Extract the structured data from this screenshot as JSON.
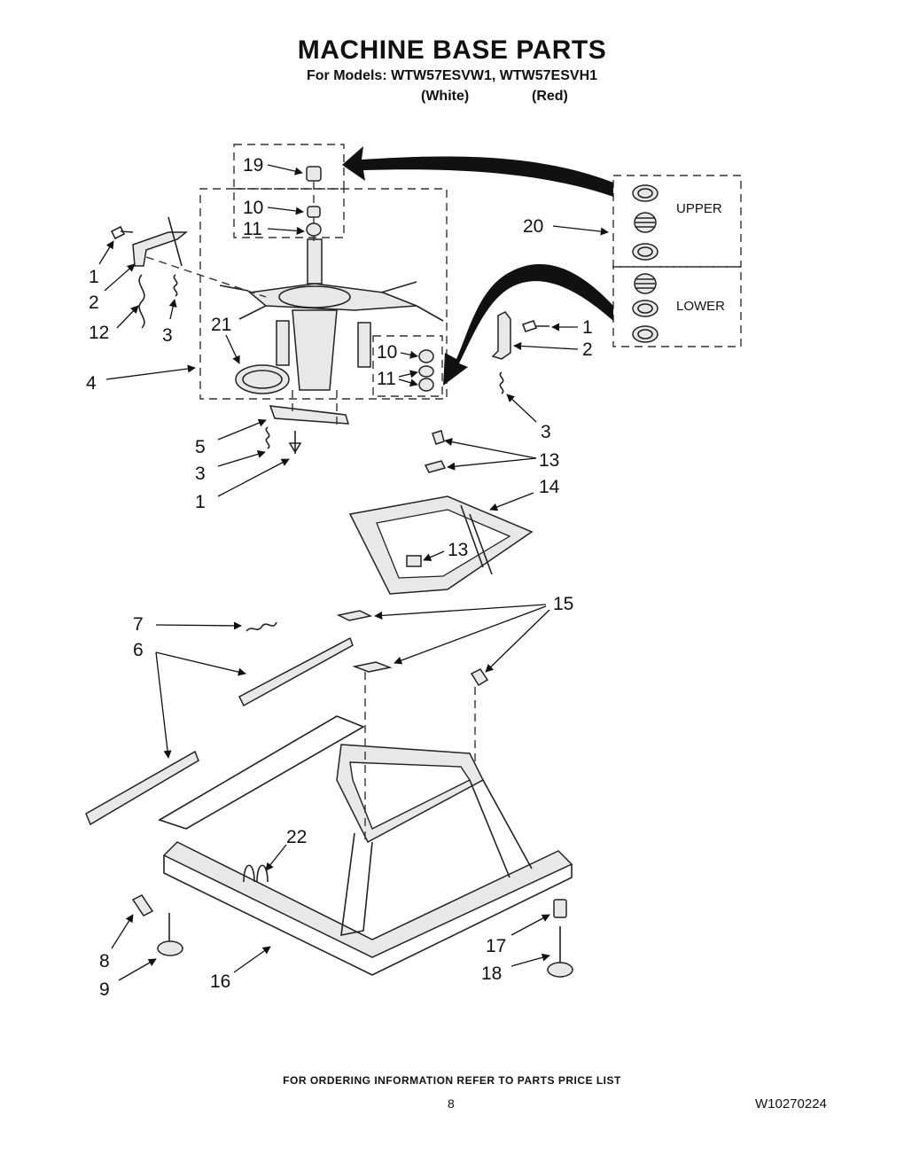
{
  "header": {
    "title": "MACHINE BASE PARTS",
    "models": "For Models: WTW57ESVW1, WTW57ESVH1",
    "variant_1": "(White)",
    "variant_2": "(Red)"
  },
  "callouts": {
    "c19": "19",
    "c10a": "10",
    "c11a": "11",
    "c20": "20",
    "c1a": "1",
    "c2a": "2",
    "c12": "12",
    "c3a": "3",
    "c21": "21",
    "c4": "4",
    "c1b": "1",
    "c2b": "2",
    "c10b": "10",
    "c11b": "11",
    "c3b": "3",
    "c5": "5",
    "c3c": "3",
    "c1c": "1",
    "c13a": "13",
    "c14": "14",
    "c13b": "13",
    "c15": "15",
    "c7": "7",
    "c6": "6",
    "c22": "22",
    "c8": "8",
    "c9": "9",
    "c16": "16",
    "c17": "17",
    "c18": "18"
  },
  "bearing_box": {
    "upper": "UPPER",
    "lower": "LOWER"
  },
  "footer": {
    "ordering_note": "FOR ORDERING INFORMATION REFER TO PARTS PRICE LIST",
    "page_number": "8",
    "document_number": "W10270224"
  }
}
